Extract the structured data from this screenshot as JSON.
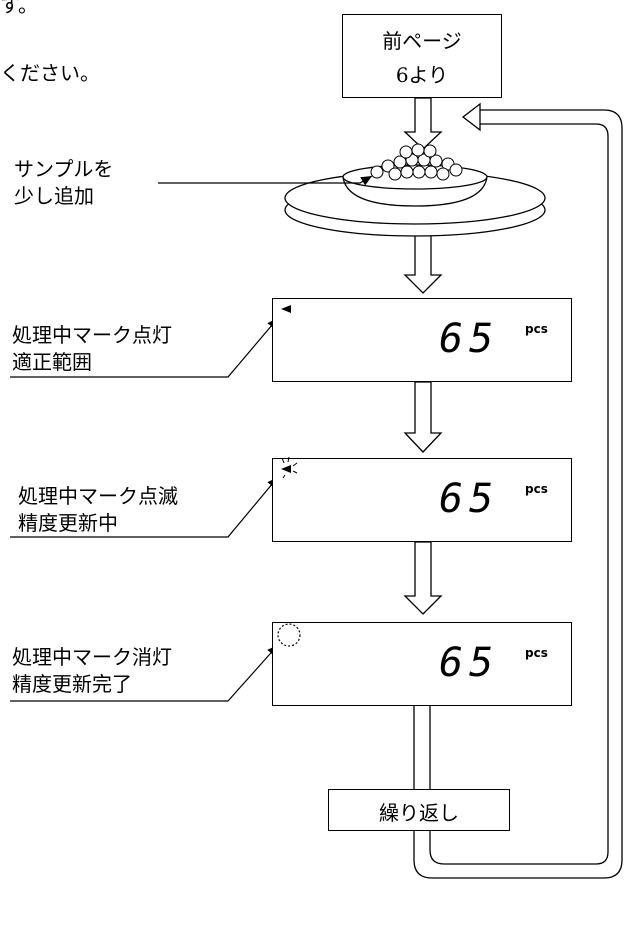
{
  "header": {
    "fragment_1": "す。",
    "fragment_2": "ください。"
  },
  "prev_box": {
    "line1": "前ページ",
    "line2": "6より"
  },
  "sample_label": {
    "line1": "サンプルを",
    "line2": "少し追加"
  },
  "displays": [
    {
      "label_line1": "処理中マーク点灯",
      "label_line2": "適正範囲",
      "value": "65",
      "unit": "pcs",
      "indicator": "on"
    },
    {
      "label_line1": "処理中マーク点滅",
      "label_line2": "精度更新中",
      "value": "65",
      "unit": "pcs",
      "indicator": "blinking"
    },
    {
      "label_line1": "処理中マーク消灯",
      "label_line2": "精度更新完了",
      "value": "65",
      "unit": "pcs",
      "indicator": "off"
    }
  ],
  "repeat_box": {
    "label": "繰り返し"
  }
}
